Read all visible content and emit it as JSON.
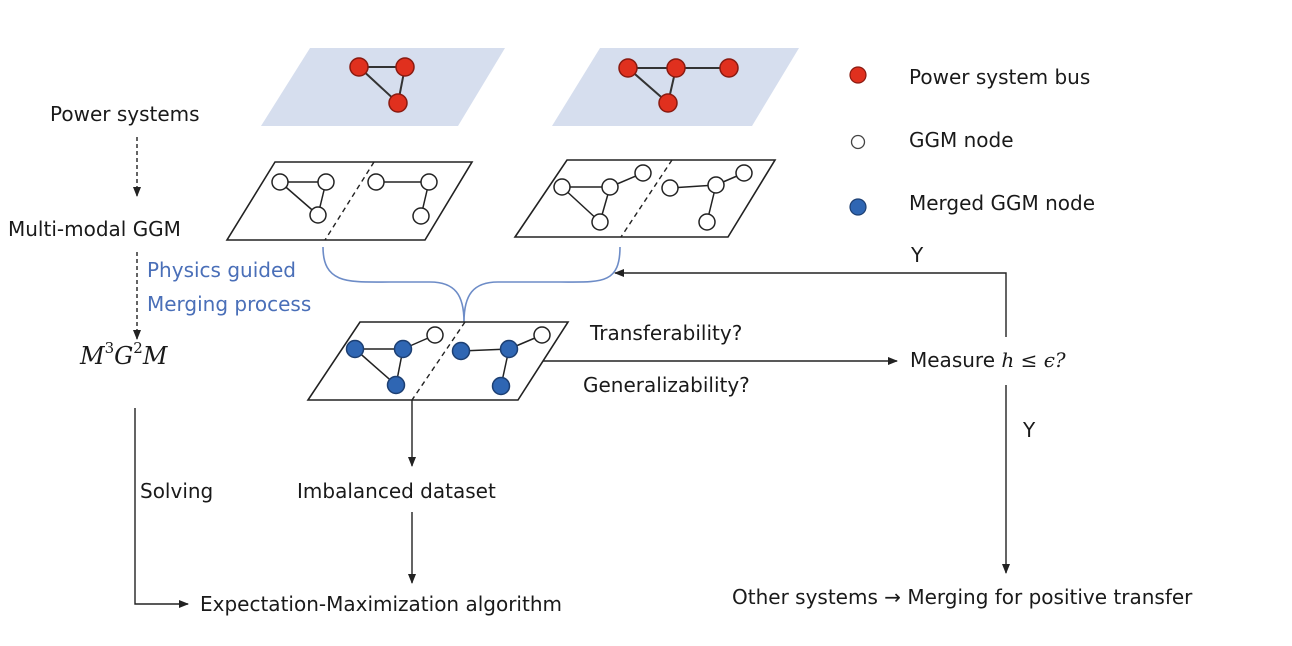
{
  "colors": {
    "bus_fill": "#e0301e",
    "bus_stroke": "#8a1a10",
    "merged_fill": "#2f66b3",
    "merged_stroke": "#1d3f72",
    "ggm_fill": "#ffffff",
    "plane_fill": "#d6deee",
    "accent_blue_text": "#4a6fb8",
    "line": "#222222"
  },
  "left_column": {
    "power_systems": "Power systems",
    "multimodal_ggm": "Multi-modal GGM",
    "model_name": {
      "M": "M",
      "sup3": "3",
      "G": "G",
      "sup2": "2",
      "M2": "M"
    },
    "solving": "Solving"
  },
  "merging_label": {
    "line1": "Physics guided",
    "line2": "Merging process"
  },
  "legend": [
    {
      "kind": "bus",
      "label": "Power system bus"
    },
    {
      "kind": "ggm",
      "label": "GGM node"
    },
    {
      "kind": "merged",
      "label": "Merged GGM node"
    }
  ],
  "flow": {
    "transferability": "Transferability?",
    "generalizability": "Generalizability?",
    "measure_prefix": "Measure ",
    "measure_math": "h ≤ ϵ?",
    "yes_top": "Y",
    "yes_down": "Y",
    "imbalanced": "Imbalanced dataset",
    "em": "Expectation-Maximization algorithm",
    "other_systems": "Other systems → Merging for positive transfer"
  }
}
